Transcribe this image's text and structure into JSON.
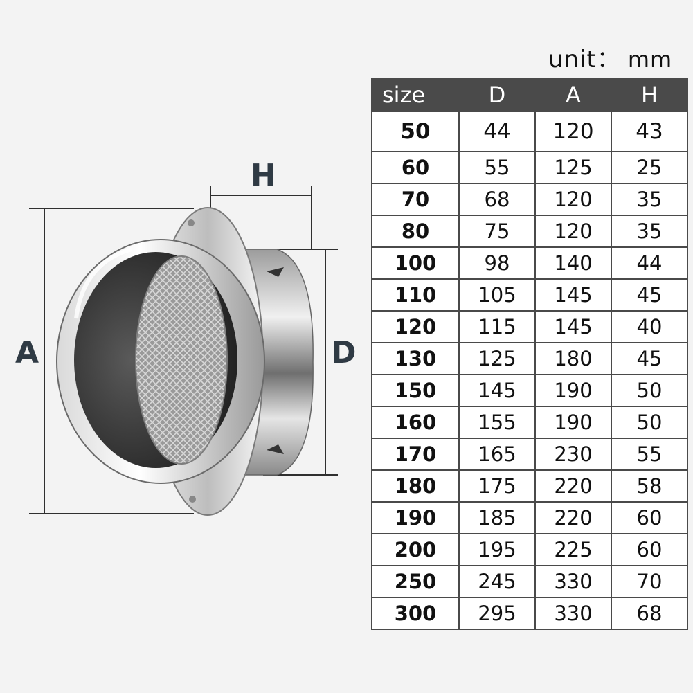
{
  "unit": {
    "label": "unit：",
    "value": "mm"
  },
  "dimension_labels": {
    "h": "H",
    "a": "A",
    "d": "D"
  },
  "table": {
    "headers": [
      "size",
      "D",
      "A",
      "H"
    ],
    "rows": [
      [
        "50",
        "44",
        "120",
        "43"
      ],
      [
        "60",
        "55",
        "125",
        "25"
      ],
      [
        "70",
        "68",
        "120",
        "35"
      ],
      [
        "80",
        "75",
        "120",
        "35"
      ],
      [
        "100",
        "98",
        "140",
        "44"
      ],
      [
        "110",
        "105",
        "145",
        "45"
      ],
      [
        "120",
        "115",
        "145",
        "40"
      ],
      [
        "130",
        "125",
        "180",
        "45"
      ],
      [
        "150",
        "145",
        "190",
        "50"
      ],
      [
        "160",
        "155",
        "190",
        "50"
      ],
      [
        "170",
        "165",
        "230",
        "55"
      ],
      [
        "180",
        "175",
        "220",
        "58"
      ],
      [
        "190",
        "185",
        "220",
        "60"
      ],
      [
        "200",
        "195",
        "225",
        "60"
      ],
      [
        "250",
        "245",
        "330",
        "70"
      ],
      [
        "300",
        "295",
        "330",
        "68"
      ]
    ]
  }
}
